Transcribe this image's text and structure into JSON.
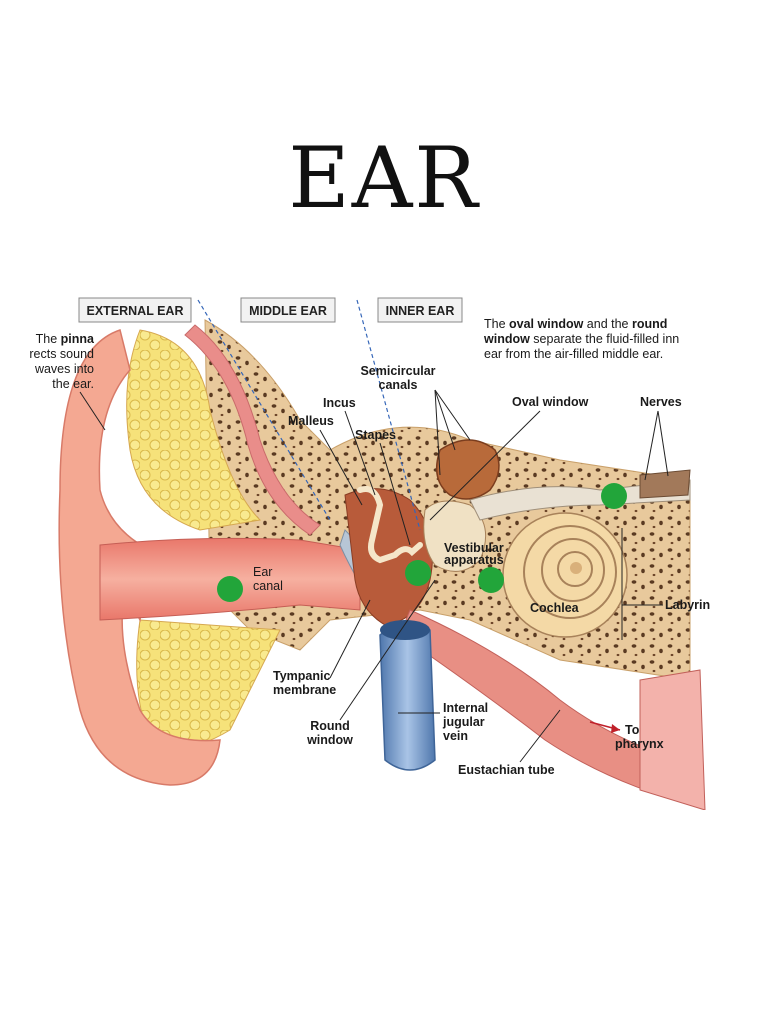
{
  "title": "EAR",
  "sections": {
    "external": "EXTERNAL EAR",
    "middle": "MIDDLE EAR",
    "inner": "INNER EAR"
  },
  "note": {
    "line1_a": "The ",
    "line1_b": "oval window",
    "line1_c": " and the ",
    "line1_d": "round",
    "line2_a": "window",
    "line2_b": " separate the fluid-filled inn",
    "line3": "ear from the air-filled middle ear."
  },
  "pinna": {
    "line1_a": "The ",
    "line1_b": "pinna",
    "line2": "rects sound",
    "line3": "waves into",
    "line4": "the ear."
  },
  "labels": {
    "semicircular1": "Semicircular",
    "semicircular2": "canals",
    "oval_window": "Oval window",
    "nerves": "Nerves",
    "incus": "Incus",
    "malleus": "Malleus",
    "stapes": "Stapes",
    "vestibular1": "Vestibular",
    "vestibular2": "apparatus",
    "ear_canal1": "Ear",
    "ear_canal2": "canal",
    "cochlea": "Cochlea",
    "labyrinth": "Labyrin",
    "tympanic1": "Tympanic",
    "tympanic2": "membrane",
    "round_window1": "Round",
    "round_window2": "window",
    "jugular1": "Internal",
    "jugular2": "jugular",
    "jugular3": "vein",
    "eustachian": "Eustachian tube",
    "pharynx1": "To",
    "pharynx2": "pharynx"
  },
  "colors": {
    "marker": "#22a53a",
    "skin": "#f2a48e",
    "bone": "#e9c99b",
    "fat": "#f4df72",
    "canal": "#ef8a7a",
    "vein": "#6f96c8"
  }
}
